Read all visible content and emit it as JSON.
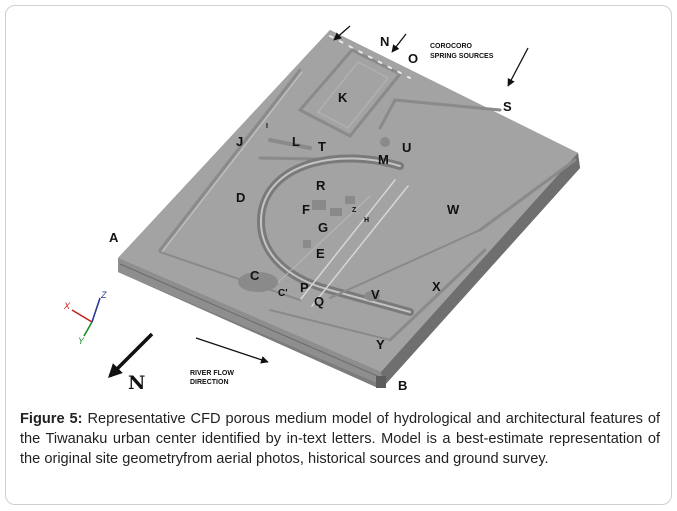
{
  "figure": {
    "site_labels": {
      "A": "A",
      "B": "B",
      "C": "C",
      "C_prime": "C'",
      "D": "D",
      "E": "E",
      "F": "F",
      "G": "G",
      "H": "H",
      "I": "I",
      "J": "J",
      "K": "K",
      "L": "L",
      "M": "M",
      "N_top": "N",
      "O": "O",
      "P": "P",
      "Q": "Q",
      "R": "R",
      "S": "S",
      "T": "T",
      "U": "U",
      "V": "V",
      "W": "W",
      "X": "X",
      "Y": "Y",
      "Z": "Z"
    },
    "spring_note": [
      "COROCORO",
      "SPRING SOURCES"
    ],
    "river_note": [
      "RIVER FLOW",
      "DIRECTION"
    ],
    "compass": "N",
    "axes": {
      "x": "X",
      "y": "Y",
      "z": "Z"
    },
    "colors": {
      "model_top": "#a3a3a3",
      "model_edge": "#7c7c7c",
      "channel": "#b9b9b9",
      "arrow": "#111111"
    }
  },
  "caption": {
    "label": "Figure 5:",
    "text": " Representative CFD porous medium model of hydrological and architectural features of the Tiwanaku urban center identified by in-text letters. Model is a best-estimate representation of the original site geometryfrom aerial photos, historical sources and ground survey."
  }
}
